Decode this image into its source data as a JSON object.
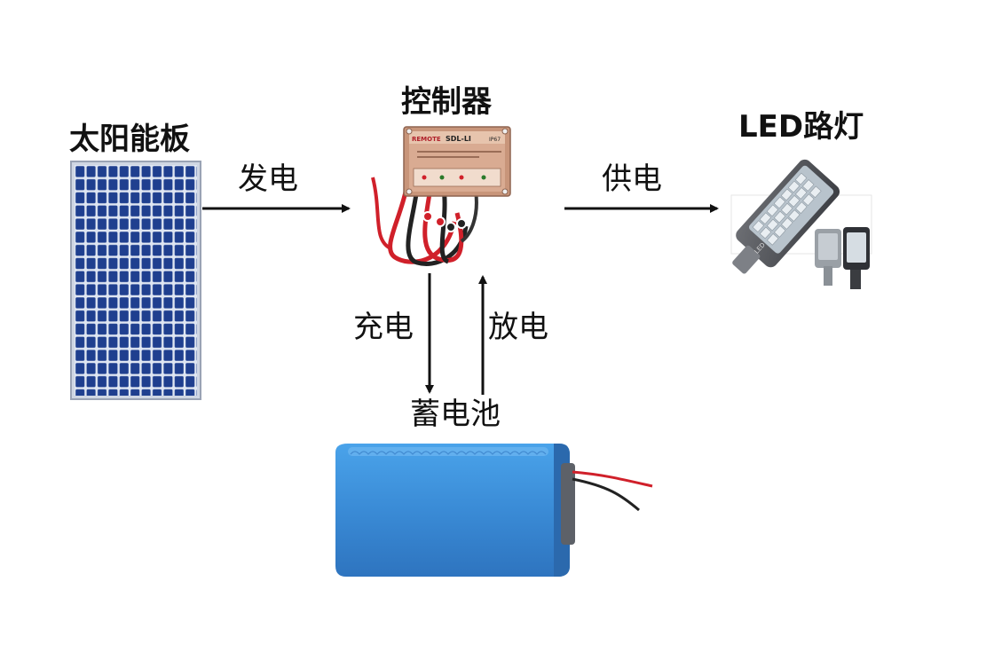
{
  "labels": {
    "solar_panel": "太阳能板",
    "controller": "控制器",
    "led_streetlight": "LED路灯",
    "battery": "蓄电池",
    "generate": "发电",
    "supply": "供电",
    "charge": "充电",
    "discharge": "放电"
  },
  "controller_device": {
    "brand": "REMOTE",
    "model": "SDL-LI",
    "rating": "IP67"
  },
  "led_lamp_text": "LED",
  "colors": {
    "arrow": "#111111",
    "battery_blue": "#3a8bd6",
    "panel_cell": "#1f3f8f",
    "controller_case": "#c8957a",
    "wire_red": "#d0202a"
  },
  "icons": [
    "solar-panel-image",
    "controller-image",
    "led-streetlight-image",
    "battery-image"
  ]
}
